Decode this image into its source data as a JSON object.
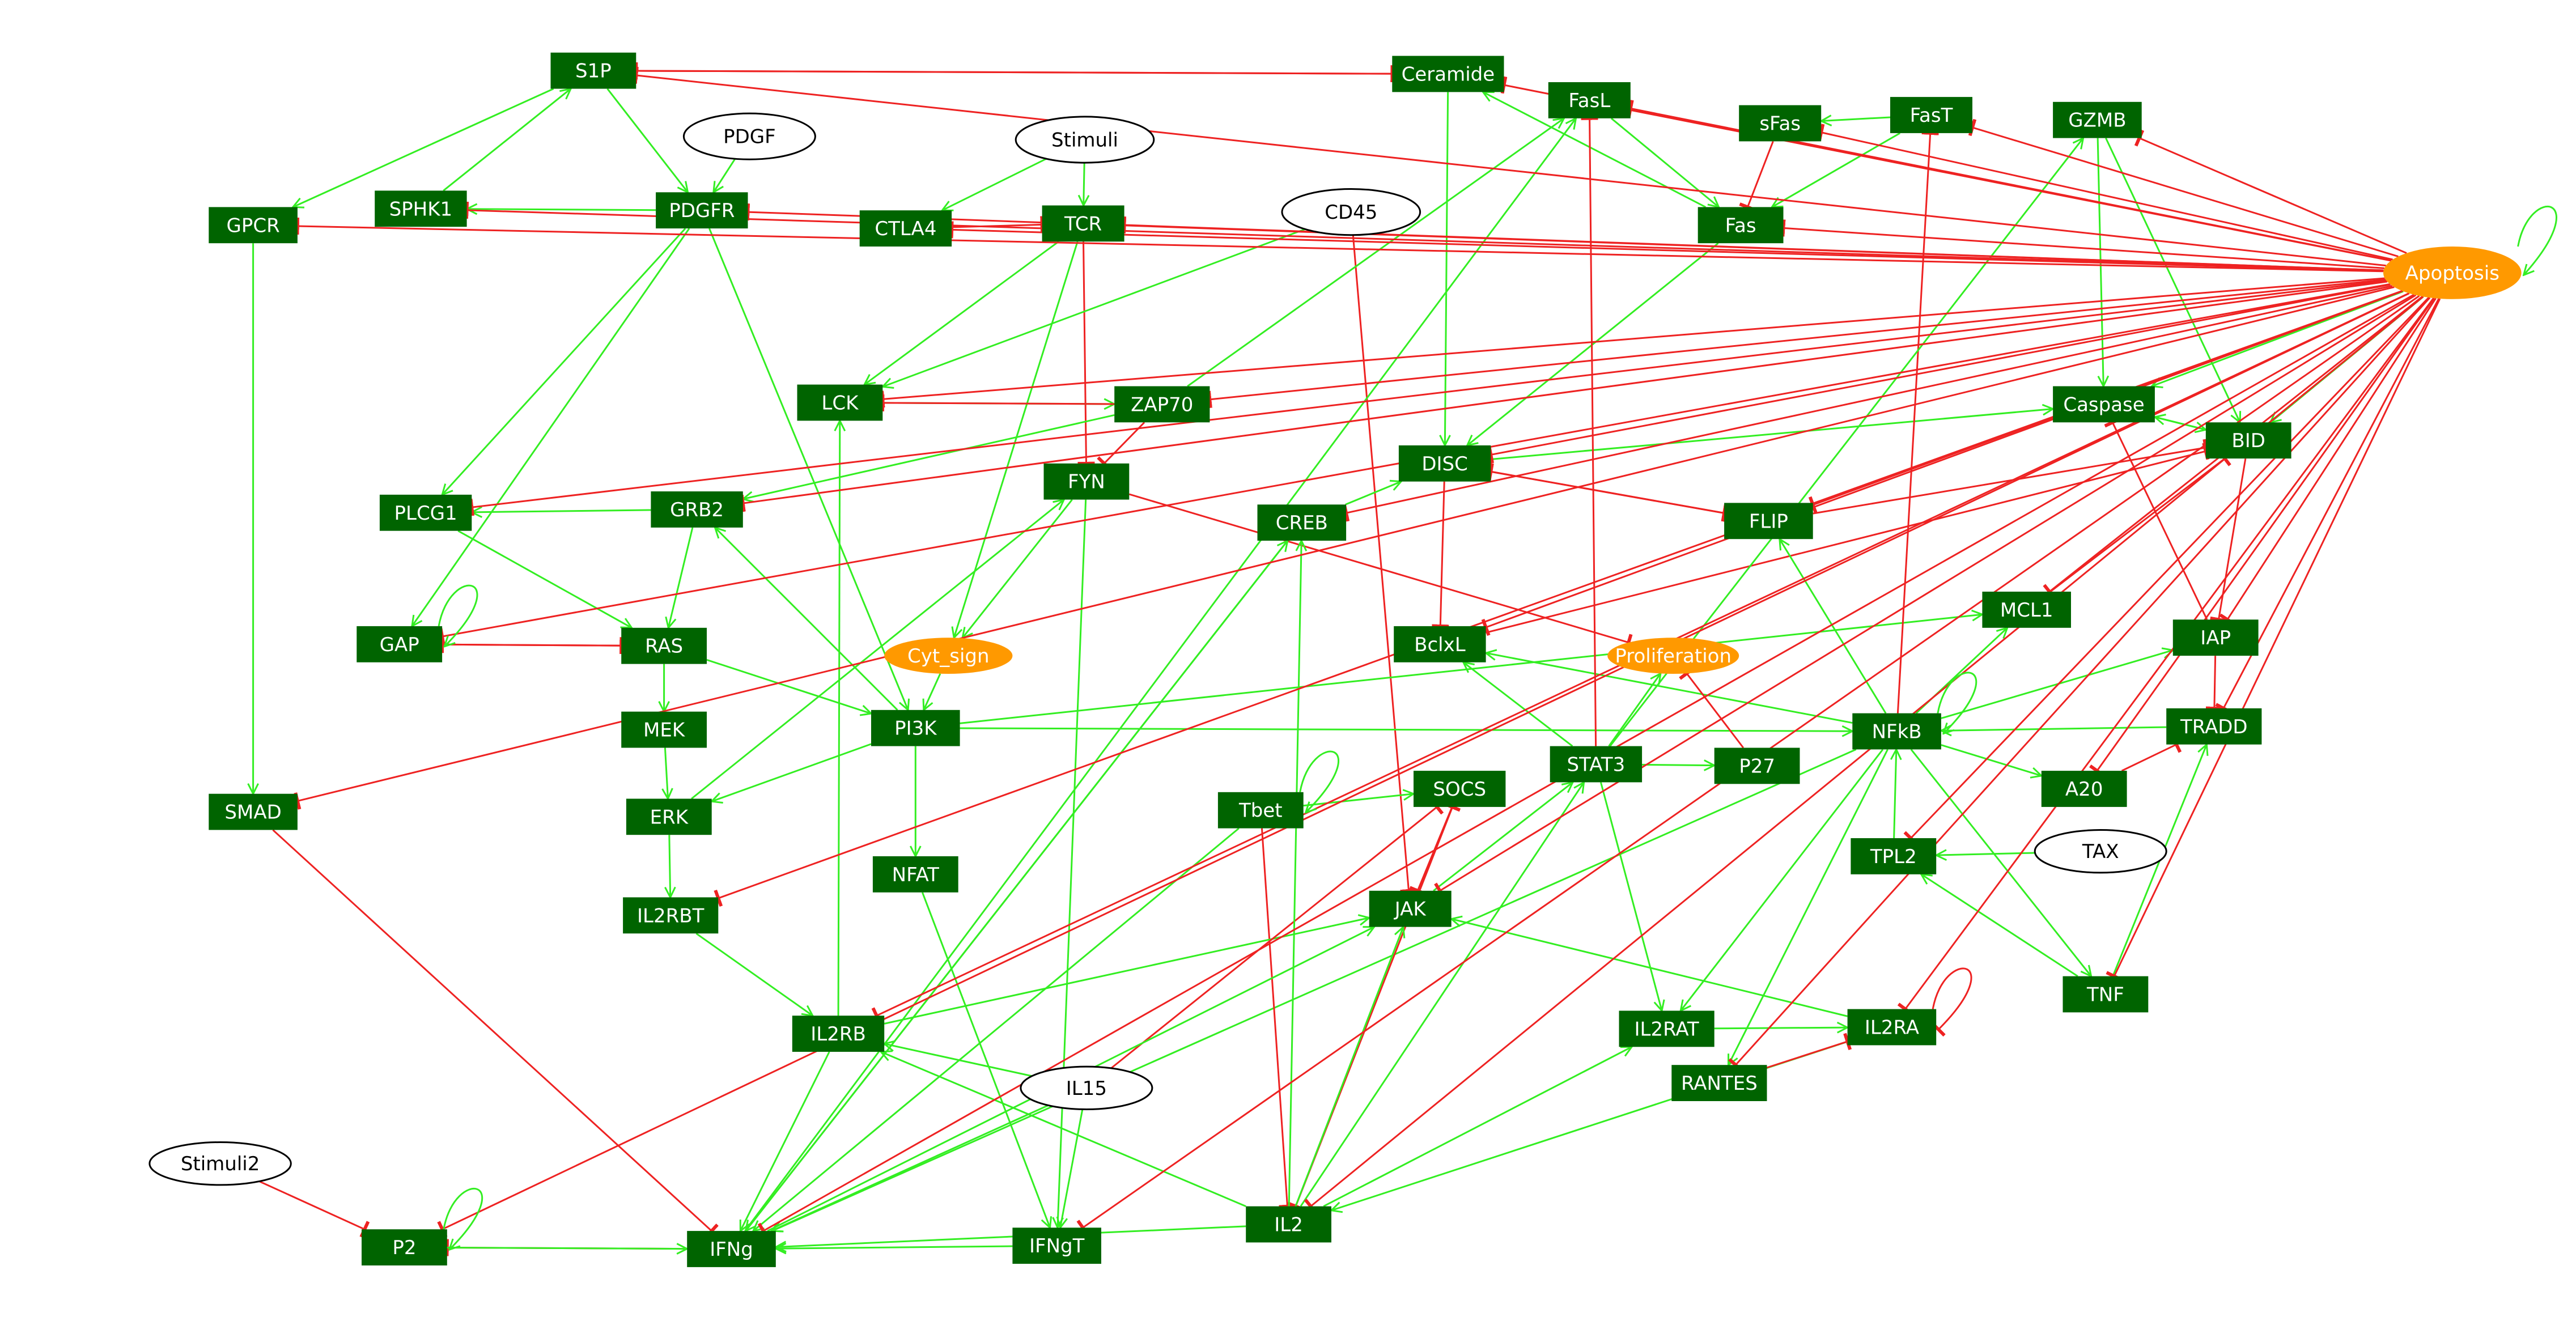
{
  "colors": {
    "node_fill": "#006400",
    "node_text": "#ffffff",
    "orange_fill": "#ff9900",
    "activation": "#33ee22",
    "inhibition": "#ee2222"
  },
  "nodes": {
    "S1P": {
      "label": "S1P",
      "shape": "rect"
    },
    "Ceramide": {
      "label": "Ceramide",
      "shape": "rect"
    },
    "FasL": {
      "label": "FasL",
      "shape": "rect"
    },
    "sFas": {
      "label": "sFas",
      "shape": "rect"
    },
    "FasT": {
      "label": "FasT",
      "shape": "rect"
    },
    "GZMB": {
      "label": "GZMB",
      "shape": "rect"
    },
    "PDGF": {
      "label": "PDGF",
      "shape": "ellipse"
    },
    "Stimuli": {
      "label": "Stimuli",
      "shape": "ellipse"
    },
    "GPCR": {
      "label": "GPCR",
      "shape": "rect"
    },
    "SPHK1": {
      "label": "SPHK1",
      "shape": "rect"
    },
    "PDGFR": {
      "label": "PDGFR",
      "shape": "rect"
    },
    "CTLA4": {
      "label": "CTLA4",
      "shape": "rect"
    },
    "TCR": {
      "label": "TCR",
      "shape": "rect"
    },
    "CD45": {
      "label": "CD45",
      "shape": "ellipse"
    },
    "Fas": {
      "label": "Fas",
      "shape": "rect"
    },
    "Apoptosis": {
      "label": "Apoptosis",
      "shape": "orange"
    },
    "LCK": {
      "label": "LCK",
      "shape": "rect"
    },
    "ZAP70": {
      "label": "ZAP70",
      "shape": "rect"
    },
    "Caspase": {
      "label": "Caspase",
      "shape": "rect"
    },
    "BID": {
      "label": "BID",
      "shape": "rect"
    },
    "DISC": {
      "label": "DISC",
      "shape": "rect"
    },
    "FYN": {
      "label": "FYN",
      "shape": "rect"
    },
    "PLCG1": {
      "label": "PLCG1",
      "shape": "rect"
    },
    "GRB2": {
      "label": "GRB2",
      "shape": "rect"
    },
    "CREB": {
      "label": "CREB",
      "shape": "rect"
    },
    "FLIP": {
      "label": "FLIP",
      "shape": "rect"
    },
    "GAP": {
      "label": "GAP",
      "shape": "rect"
    },
    "RAS": {
      "label": "RAS",
      "shape": "rect"
    },
    "Cyt_sign": {
      "label": "Cyt_sign",
      "shape": "orange"
    },
    "BclxL": {
      "label": "BclxL",
      "shape": "rect"
    },
    "Proliferation": {
      "label": "Proliferation",
      "shape": "orange"
    },
    "MCL1": {
      "label": "MCL1",
      "shape": "rect"
    },
    "IAP": {
      "label": "IAP",
      "shape": "rect"
    },
    "MEK": {
      "label": "MEK",
      "shape": "rect"
    },
    "PI3K": {
      "label": "PI3K",
      "shape": "rect"
    },
    "NFkB": {
      "label": "NFkB",
      "shape": "rect"
    },
    "TRADD": {
      "label": "TRADD",
      "shape": "rect"
    },
    "ERK": {
      "label": "ERK",
      "shape": "rect"
    },
    "SOCS": {
      "label": "SOCS",
      "shape": "rect"
    },
    "STAT3": {
      "label": "STAT3",
      "shape": "rect"
    },
    "P27": {
      "label": "P27",
      "shape": "rect"
    },
    "Tbet": {
      "label": "Tbet",
      "shape": "rect"
    },
    "A20": {
      "label": "A20",
      "shape": "rect"
    },
    "SMAD": {
      "label": "SMAD",
      "shape": "rect"
    },
    "TPL2": {
      "label": "TPL2",
      "shape": "rect"
    },
    "TAX": {
      "label": "TAX",
      "shape": "ellipse"
    },
    "NFAT": {
      "label": "NFAT",
      "shape": "rect"
    },
    "IL2RBT": {
      "label": "IL2RBT",
      "shape": "rect"
    },
    "JAK": {
      "label": "JAK",
      "shape": "rect"
    },
    "TNF": {
      "label": "TNF",
      "shape": "rect"
    },
    "IL2RB": {
      "label": "IL2RB",
      "shape": "rect"
    },
    "IL2RAT": {
      "label": "IL2RAT",
      "shape": "rect"
    },
    "IL2RA": {
      "label": "IL2RA",
      "shape": "rect"
    },
    "IL15": {
      "label": "IL15",
      "shape": "ellipse"
    },
    "RANTES": {
      "label": "RANTES",
      "shape": "rect"
    },
    "Stimuli2": {
      "label": "Stimuli2",
      "shape": "ellipse"
    },
    "P2": {
      "label": "P2",
      "shape": "rect"
    },
    "IFNg": {
      "label": "IFNg",
      "shape": "rect"
    },
    "IFNgT": {
      "label": "IFNgT",
      "shape": "rect"
    },
    "IL2": {
      "label": "IL2",
      "shape": "rect"
    }
  },
  "edges": [
    {
      "from": "PDGF",
      "to": "PDGFR",
      "type": "activation"
    },
    {
      "from": "Stimuli",
      "to": "TCR",
      "type": "activation"
    },
    {
      "from": "Stimuli",
      "to": "CTLA4",
      "type": "activation"
    },
    {
      "from": "S1P",
      "to": "GPCR",
      "type": "activation"
    },
    {
      "from": "S1P",
      "to": "PDGFR",
      "type": "activation"
    },
    {
      "from": "SPHK1",
      "to": "S1P",
      "type": "activation"
    },
    {
      "from": "PDGFR",
      "to": "SPHK1",
      "type": "activation"
    },
    {
      "from": "PDGFR",
      "to": "PLCG1",
      "type": "activation"
    },
    {
      "from": "PDGFR",
      "to": "GAP",
      "type": "activation"
    },
    {
      "from": "PDGFR",
      "to": "PI3K",
      "type": "activation"
    },
    {
      "from": "GPCR",
      "to": "SMAD",
      "type": "activation"
    },
    {
      "from": "Ceramide",
      "to": "S1P",
      "type": "inhibition"
    },
    {
      "from": "S1P",
      "to": "Ceramide",
      "type": "inhibition"
    },
    {
      "from": "Ceramide",
      "to": "DISC",
      "type": "activation"
    },
    {
      "from": "CTLA4",
      "to": "TCR",
      "type": "inhibition"
    },
    {
      "from": "TCR",
      "to": "LCK",
      "type": "activation"
    },
    {
      "from": "TCR",
      "to": "FYN",
      "type": "inhibition"
    },
    {
      "from": "TCR",
      "to": "Cyt_sign",
      "type": "activation"
    },
    {
      "from": "CD45",
      "to": "LCK",
      "type": "activation"
    },
    {
      "from": "CD45",
      "to": "JAK",
      "type": "inhibition"
    },
    {
      "from": "LCK",
      "to": "ZAP70",
      "type": "activation"
    },
    {
      "from": "ZAP70",
      "to": "LCK",
      "type": "inhibition"
    },
    {
      "from": "ZAP70",
      "to": "FYN",
      "type": "inhibition"
    },
    {
      "from": "ZAP70",
      "to": "GRB2",
      "type": "activation"
    },
    {
      "from": "ZAP70",
      "to": "FasL",
      "type": "activation"
    },
    {
      "from": "FYN",
      "to": "Cyt_sign",
      "type": "activation"
    },
    {
      "from": "FYN",
      "to": "IFNgT",
      "type": "activation"
    },
    {
      "from": "FYN",
      "to": "Proliferation",
      "type": "inhibition"
    },
    {
      "from": "GRB2",
      "to": "PLCG1",
      "type": "activation"
    },
    {
      "from": "GRB2",
      "to": "RAS",
      "type": "activation"
    },
    {
      "from": "PLCG1",
      "to": "RAS",
      "type": "activation"
    },
    {
      "from": "GAP",
      "to": "RAS",
      "type": "inhibition"
    },
    {
      "from": "RAS",
      "to": "GAP",
      "type": "inhibition"
    },
    {
      "from": "RAS",
      "to": "MEK",
      "type": "activation"
    },
    {
      "from": "RAS",
      "to": "PI3K",
      "type": "activation"
    },
    {
      "from": "MEK",
      "to": "ERK",
      "type": "activation"
    },
    {
      "from": "ERK",
      "to": "IL2RBT",
      "type": "activation"
    },
    {
      "from": "ERK",
      "to": "FYN",
      "type": "activation"
    },
    {
      "from": "PI3K",
      "to": "ERK",
      "type": "activation"
    },
    {
      "from": "PI3K",
      "to": "NFAT",
      "type": "activation"
    },
    {
      "from": "PI3K",
      "to": "NFkB",
      "type": "activation"
    },
    {
      "from": "PI3K",
      "to": "GRB2",
      "type": "activation"
    },
    {
      "from": "PI3K",
      "to": "MCL1",
      "type": "activation"
    },
    {
      "from": "Cyt_sign",
      "to": "PI3K",
      "type": "activation"
    },
    {
      "from": "CREB",
      "to": "IFNg",
      "type": "activation"
    },
    {
      "from": "CREB",
      "to": "DISC",
      "type": "activation"
    },
    {
      "from": "DISC",
      "to": "Caspase",
      "type": "activation"
    },
    {
      "from": "DISC",
      "to": "FLIP",
      "type": "inhibition"
    },
    {
      "from": "DISC",
      "to": "BclxL",
      "type": "inhibition"
    },
    {
      "from": "FLIP",
      "to": "DISC",
      "type": "inhibition"
    },
    {
      "from": "FLIP",
      "to": "BID",
      "type": "inhibition"
    },
    {
      "from": "FasL",
      "to": "Fas",
      "type": "activation"
    },
    {
      "from": "FasT",
      "to": "sFas",
      "type": "activation"
    },
    {
      "from": "FasT",
      "to": "Fas",
      "type": "activation"
    },
    {
      "from": "sFas",
      "to": "Fas",
      "type": "inhibition"
    },
    {
      "from": "Fas",
      "to": "DISC",
      "type": "activation"
    },
    {
      "from": "Fas",
      "to": "Ceramide",
      "type": "activation"
    },
    {
      "from": "GZMB",
      "to": "Caspase",
      "type": "activation"
    },
    {
      "from": "GZMB",
      "to": "BID",
      "type": "activation"
    },
    {
      "from": "BID",
      "to": "Caspase",
      "type": "activation"
    },
    {
      "from": "BID",
      "to": "IAP",
      "type": "inhibition"
    },
    {
      "from": "Caspase",
      "to": "BID",
      "type": "activation"
    },
    {
      "from": "IAP",
      "to": "Caspase",
      "type": "inhibition"
    },
    {
      "from": "IAP",
      "to": "TRADD",
      "type": "inhibition"
    },
    {
      "from": "MCL1",
      "to": "BID",
      "type": "inhibition"
    },
    {
      "from": "BclxL",
      "to": "BID",
      "type": "inhibition"
    },
    {
      "from": "NFkB",
      "to": "FLIP",
      "type": "activation"
    },
    {
      "from": "NFkB",
      "to": "IAP",
      "type": "activation"
    },
    {
      "from": "NFkB",
      "to": "MCL1",
      "type": "activation"
    },
    {
      "from": "NFkB",
      "to": "BclxL",
      "type": "activation"
    },
    {
      "from": "NFkB",
      "to": "A20",
      "type": "activation"
    },
    {
      "from": "NFkB",
      "to": "TNF",
      "type": "activation"
    },
    {
      "from": "NFkB",
      "to": "IL2RAT",
      "type": "activation"
    },
    {
      "from": "NFkB",
      "to": "RANTES",
      "type": "activation"
    },
    {
      "from": "NFkB",
      "to": "IFNg",
      "type": "activation"
    },
    {
      "from": "NFkB",
      "to": "FasT",
      "type": "inhibition"
    },
    {
      "from": "A20",
      "to": "TRADD",
      "type": "inhibition"
    },
    {
      "from": "TRADD",
      "to": "NFkB",
      "type": "activation"
    },
    {
      "from": "TNF",
      "to": "TRADD",
      "type": "activation"
    },
    {
      "from": "TNF",
      "to": "TPL2",
      "type": "activation"
    },
    {
      "from": "TAX",
      "to": "TPL2",
      "type": "activation"
    },
    {
      "from": "TPL2",
      "to": "NFkB",
      "type": "activation"
    },
    {
      "from": "STAT3",
      "to": "P27",
      "type": "activation"
    },
    {
      "from": "STAT3",
      "to": "BclxL",
      "type": "activation"
    },
    {
      "from": "STAT3",
      "to": "Proliferation",
      "type": "activation"
    },
    {
      "from": "STAT3",
      "to": "IL2RAT",
      "type": "activation"
    },
    {
      "from": "STAT3",
      "to": "GZMB",
      "type": "activation"
    },
    {
      "from": "STAT3",
      "to": "FasL",
      "type": "inhibition"
    },
    {
      "from": "P27",
      "to": "Proliferation",
      "type": "inhibition"
    },
    {
      "from": "SOCS",
      "to": "JAK",
      "type": "inhibition"
    },
    {
      "from": "SOCS",
      "to": "IL2",
      "type": "inhibition"
    },
    {
      "from": "JAK",
      "to": "STAT3",
      "type": "activation"
    },
    {
      "from": "JAK",
      "to": "SOCS",
      "type": "inhibition"
    },
    {
      "from": "Tbet",
      "to": "IFNg",
      "type": "activation"
    },
    {
      "from": "Tbet",
      "to": "IL2",
      "type": "inhibition"
    },
    {
      "from": "Tbet",
      "to": "SOCS",
      "type": "activation"
    },
    {
      "from": "NFAT",
      "to": "IFNgT",
      "type": "activation"
    },
    {
      "from": "IL2RBT",
      "to": "IL2RB",
      "type": "activation"
    },
    {
      "from": "IL2RB",
      "to": "JAK",
      "type": "activation"
    },
    {
      "from": "IL2RB",
      "to": "LCK",
      "type": "activation"
    },
    {
      "from": "IL2RB",
      "to": "IFNg",
      "type": "activation"
    },
    {
      "from": "IL2RAT",
      "to": "IL2RA",
      "type": "activation"
    },
    {
      "from": "IL2RA",
      "to": "JAK",
      "type": "activation"
    },
    {
      "from": "IL2RA",
      "to": "IL2",
      "type": "activation"
    },
    {
      "from": "IL15",
      "to": "IL2RB",
      "type": "activation"
    },
    {
      "from": "IL15",
      "to": "IFNg",
      "type": "activation"
    },
    {
      "from": "IL15",
      "to": "IFNgT",
      "type": "activation"
    },
    {
      "from": "IL15",
      "to": "SOCS",
      "type": "inhibition"
    },
    {
      "from": "RANTES",
      "to": "IL2RA",
      "type": "inhibition"
    },
    {
      "from": "IL2",
      "to": "IL2RB",
      "type": "activation"
    },
    {
      "from": "IL2",
      "to": "JAK",
      "type": "activation"
    },
    {
      "from": "IL2",
      "to": "IL2RAT",
      "type": "activation"
    },
    {
      "from": "IL2",
      "to": "IFNg",
      "type": "activation"
    },
    {
      "from": "IL2",
      "to": "CREB",
      "type": "activation"
    },
    {
      "from": "IL2",
      "to": "STAT3",
      "type": "activation"
    },
    {
      "from": "IFNg",
      "to": "P2",
      "type": "inhibition"
    },
    {
      "from": "IFNg",
      "to": "FasL",
      "type": "activation"
    },
    {
      "from": "IFNg",
      "to": "CREB",
      "type": "activation"
    },
    {
      "from": "IFNg",
      "to": "JAK",
      "type": "activation"
    },
    {
      "from": "IFNgT",
      "to": "IFNg",
      "type": "activation"
    },
    {
      "from": "P2",
      "to": "IFNg",
      "type": "activation"
    },
    {
      "from": "Stimuli2",
      "to": "P2",
      "type": "inhibition"
    },
    {
      "from": "SMAD",
      "to": "IFNg",
      "type": "inhibition"
    },
    {
      "from": "Apoptosis",
      "to": "Caspase",
      "type": "activation"
    },
    {
      "from": "Apoptosis",
      "to": "BID",
      "type": "activation"
    },
    {
      "from": "Apoptosis",
      "to": "IAP",
      "type": "inhibition"
    },
    {
      "from": "Apoptosis",
      "to": "TRADD",
      "type": "inhibition"
    },
    {
      "from": "Apoptosis",
      "to": "A20",
      "type": "inhibition"
    },
    {
      "from": "Apoptosis",
      "to": "TNF",
      "type": "inhibition"
    },
    {
      "from": "Apoptosis",
      "to": "IL2RA",
      "type": "inhibition"
    },
    {
      "from": "Apoptosis",
      "to": "RANTES",
      "type": "inhibition"
    },
    {
      "from": "Apoptosis",
      "to": "DISC",
      "type": "inhibition"
    },
    {
      "from": "Apoptosis",
      "to": "BclxL",
      "type": "inhibition"
    },
    {
      "from": "Apoptosis",
      "to": "MCL1",
      "type": "inhibition"
    },
    {
      "from": "Apoptosis",
      "to": "FLIP",
      "type": "inhibition"
    },
    {
      "from": "Apoptosis",
      "to": "CREB",
      "type": "inhibition"
    },
    {
      "from": "Apoptosis",
      "to": "GRB2",
      "type": "inhibition"
    },
    {
      "from": "Apoptosis",
      "to": "PLCG1",
      "type": "inhibition"
    },
    {
      "from": "Apoptosis",
      "to": "LCK",
      "type": "inhibition"
    },
    {
      "from": "Apoptosis",
      "to": "ZAP70",
      "type": "inhibition"
    },
    {
      "from": "Apoptosis",
      "to": "CTLA4",
      "type": "inhibition"
    },
    {
      "from": "Apoptosis",
      "to": "TCR",
      "type": "inhibition"
    },
    {
      "from": "Apoptosis",
      "to": "PDGFR",
      "type": "inhibition"
    },
    {
      "from": "Apoptosis",
      "to": "S1P",
      "type": "inhibition"
    },
    {
      "from": "Apoptosis",
      "to": "SPHK1",
      "type": "inhibition"
    },
    {
      "from": "Apoptosis",
      "to": "GPCR",
      "type": "inhibition"
    },
    {
      "from": "Apoptosis",
      "to": "Ceramide",
      "type": "inhibition"
    },
    {
      "from": "Apoptosis",
      "to": "FasL",
      "type": "inhibition"
    },
    {
      "from": "Apoptosis",
      "to": "sFas",
      "type": "inhibition"
    },
    {
      "from": "Apoptosis",
      "to": "FasT",
      "type": "inhibition"
    },
    {
      "from": "Apoptosis",
      "to": "GZMB",
      "type": "inhibition"
    },
    {
      "from": "Apoptosis",
      "to": "Fas",
      "type": "inhibition"
    },
    {
      "from": "Apoptosis",
      "to": "TPL2",
      "type": "inhibition"
    },
    {
      "from": "Apoptosis",
      "to": "JAK",
      "type": "inhibition"
    },
    {
      "from": "Apoptosis",
      "to": "IL2",
      "type": "inhibition"
    },
    {
      "from": "Apoptosis",
      "to": "IFNg",
      "type": "inhibition"
    },
    {
      "from": "Apoptosis",
      "to": "IFNgT",
      "type": "inhibition"
    },
    {
      "from": "Apoptosis",
      "to": "P2",
      "type": "inhibition"
    },
    {
      "from": "Apoptosis",
      "to": "SMAD",
      "type": "inhibition"
    },
    {
      "from": "Apoptosis",
      "to": "IL2RB",
      "type": "inhibition"
    },
    {
      "from": "Apoptosis",
      "to": "IL2RBT",
      "type": "inhibition"
    },
    {
      "from": "Apoptosis",
      "to": "GAP",
      "type": "inhibition"
    },
    {
      "from": "Apoptosis",
      "to": "Apoptosis",
      "type": "activation"
    },
    {
      "from": "GAP",
      "to": "GAP",
      "type": "activation"
    },
    {
      "from": "Tbet",
      "to": "Tbet",
      "type": "activation"
    },
    {
      "from": "IL2RA",
      "to": "IL2RA",
      "type": "inhibition"
    },
    {
      "from": "P2",
      "to": "P2",
      "type": "activation"
    },
    {
      "from": "NFkB",
      "to": "NFkB",
      "type": "activation"
    }
  ]
}
